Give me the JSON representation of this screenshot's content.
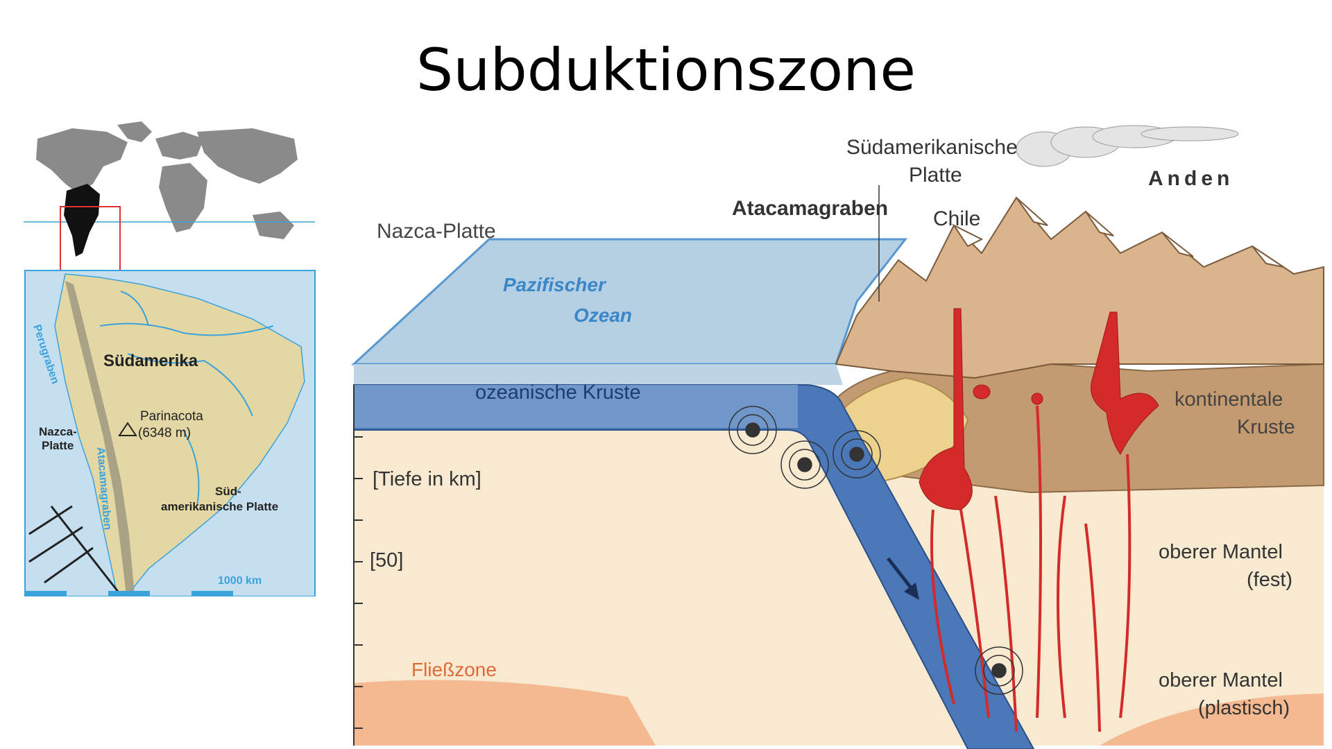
{
  "slide": {
    "title": "Subduktionszone"
  },
  "map": {
    "continent_label": "Südamerika",
    "peak_name": "Parinacota",
    "peak_height": "(6348 m)",
    "nazca_line1": "Nazca-",
    "nazca_line2": "Platte",
    "sa_plate_line1": "Süd-",
    "sa_plate_line2": "amerikanische Platte",
    "trench_vertical_1": "Perugraben",
    "trench_vertical_2": "Atacamagraben",
    "scale": "1000 km",
    "colors": {
      "ocean": "#c6dff0",
      "land": "#e3d7a4",
      "river": "#3aa3dc",
      "world_land": "#8a8a8a",
      "highlight": "#e03030"
    }
  },
  "diagram": {
    "plate_sa_line1": "Südamerikanische",
    "plate_sa_line2": "Platte",
    "andes": "Anden",
    "trench": "Atacamagraben",
    "country": "Chile",
    "nazca": "Nazca-Platte",
    "ocean_line1": "Pazifischer",
    "ocean_line2": "Ozean",
    "oceanic_crust": "ozeanische Kruste",
    "cont_crust_line1": "kontinentale",
    "cont_crust_line2": "Kruste",
    "depth": "[Tiefe in km]",
    "depth_50": "[50]",
    "upper_mantle_solid_1": "oberer Mantel",
    "upper_mantle_solid_2": "(fest)",
    "upper_mantle_plastic_1": "oberer Mantel",
    "upper_mantle_plastic_2": "(plastisch)",
    "flow_zone": "Fließzone",
    "colors": {
      "mantle": "#f8ead0",
      "ocean": "#aac8df",
      "slab": "#4a78b8",
      "continent": "#c49a70",
      "magma": "#d42a2a",
      "flow_zone": "#f3b48a"
    }
  }
}
